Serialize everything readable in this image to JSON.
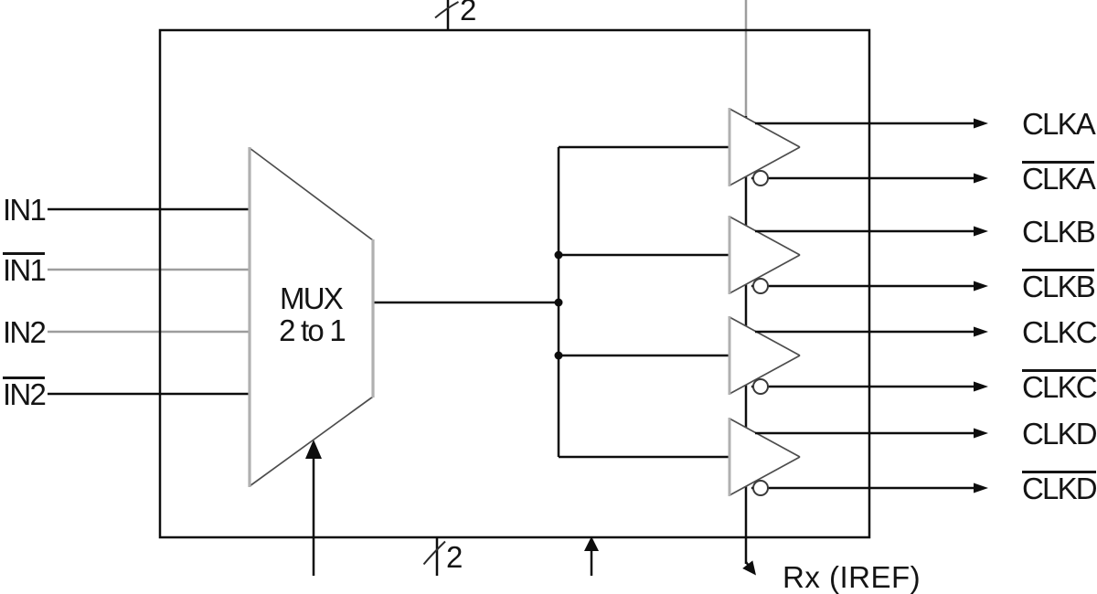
{
  "diagram": {
    "kind": "clock-buffer-functional-block-diagram",
    "mux": {
      "line1": "MUX",
      "line2": "2 to 1"
    },
    "inputs": [
      {
        "label": "IN1",
        "overline": false
      },
      {
        "label": "IN1",
        "overline": true
      },
      {
        "label": "IN2",
        "overline": false
      },
      {
        "label": "IN2",
        "overline": true
      }
    ],
    "outputs": [
      {
        "label": "CLKA",
        "overline": false
      },
      {
        "label": "CLKA",
        "overline": true
      },
      {
        "label": "CLKB",
        "overline": false
      },
      {
        "label": "CLKB",
        "overline": true
      },
      {
        "label": "CLKC",
        "overline": false
      },
      {
        "label": "CLKC",
        "overline": true
      },
      {
        "label": "CLKD",
        "overline": false
      },
      {
        "label": "CLKD",
        "overline": true
      }
    ],
    "bus_top": {
      "width_label": "2"
    },
    "bus_bottom": {
      "width_label": "2"
    },
    "iref": {
      "label": "Rx (IREF)"
    },
    "colors": {
      "line": "#0d0d0d",
      "gray_line": "#9d9d9d",
      "background": "#ffffff"
    }
  }
}
